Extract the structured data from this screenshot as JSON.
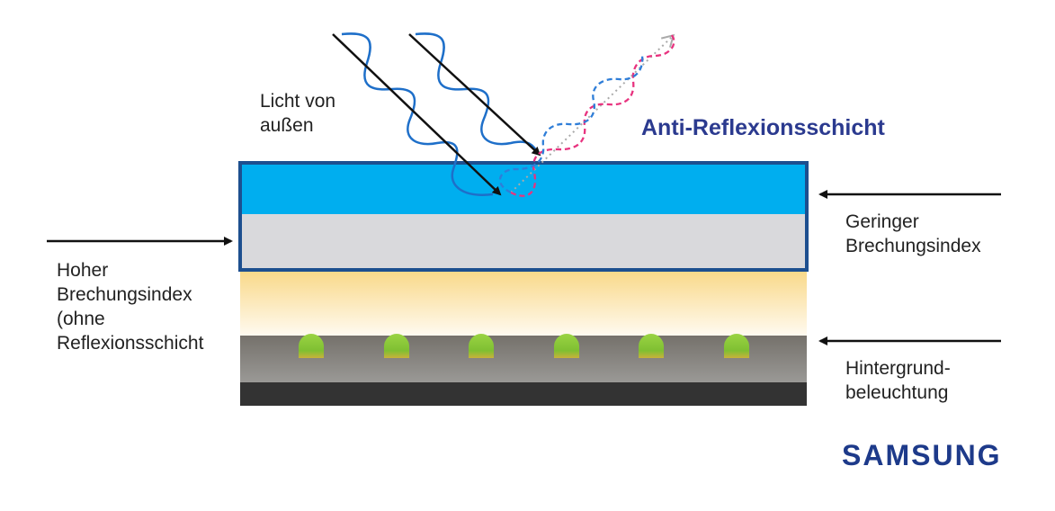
{
  "labels": {
    "light_from_outside": [
      "Licht von",
      "außen"
    ],
    "anti_reflection_layer": "Anti-Reflexionsschicht",
    "low_refractive_index": [
      "Geringer",
      "Brechungsindex"
    ],
    "high_refractive_index": [
      "Hoher",
      "Brechungsindex",
      "(ohne",
      "Reflexionsschicht"
    ],
    "backlight": [
      "Hintergrund-",
      "beleuchtung"
    ]
  },
  "brand": "SAMSUNG",
  "colors": {
    "ar_layer": "#00aeef",
    "frame": "#1d4f8f",
    "glass_layer": "#d9d9dc",
    "backlight_glow": "#f9d98a",
    "led": "#8cc83c",
    "backplate": "#7d7a75",
    "base": "#333333",
    "incident_wave": "#1e6fc9",
    "reflected_wave_pink": "#e8337f",
    "reflected_wave_blue": "#2f7ed8",
    "brand": "#1d3a8a",
    "title": "#2b3a8f"
  },
  "leds": 6
}
